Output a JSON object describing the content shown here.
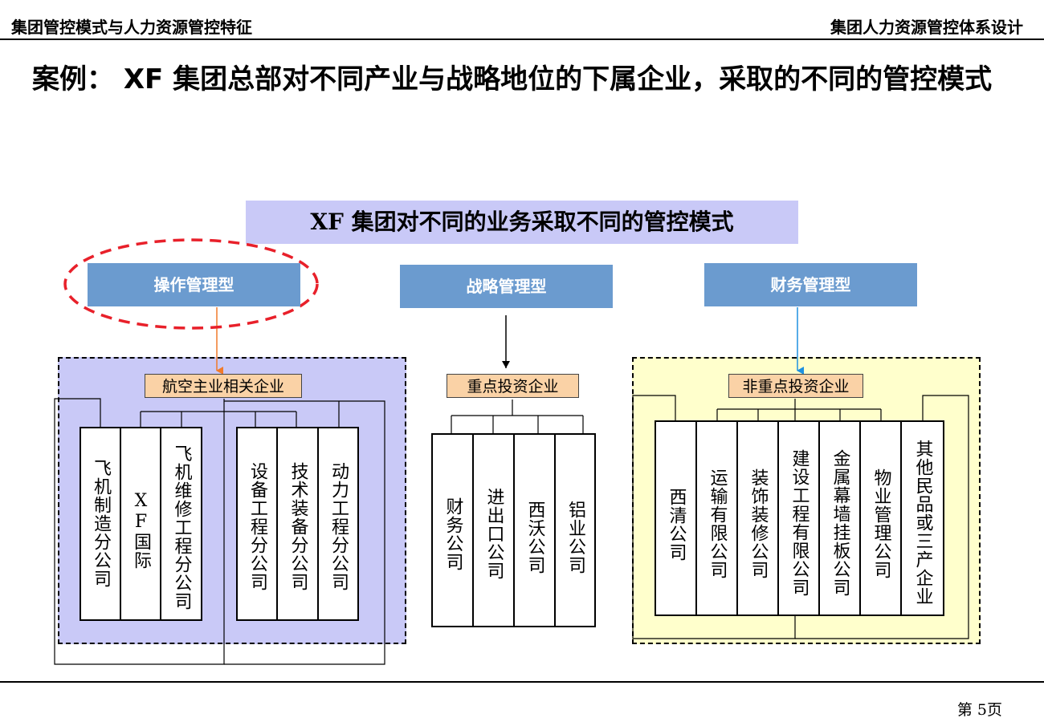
{
  "header": {
    "left_title": "集团管控模式与人力资源管控特征",
    "right_title": "集团人力资源管控体系设计"
  },
  "slide_title": "案例： XF 集团总部对不同产业与战略地位的下属企业，采取的不同的管控模式",
  "diagram": {
    "banner": "XF 集团对不同的业务采取不同的管控模式",
    "groups": [
      {
        "type": "操作管理型",
        "category": "航空主业相关企业",
        "companies": [
          "飞机制造分公司",
          "XF国际",
          "飞机维修工程分公司",
          "设备工程分公司",
          "技术装备分公司",
          "动力工程分公司"
        ]
      },
      {
        "type": "战略管理型",
        "category": "重点投资企业",
        "companies": [
          "财务公司",
          "进出口公司",
          "西沃公司",
          "铝业公司"
        ]
      },
      {
        "type": "财务管理型",
        "category": "非重点投资企业",
        "companies": [
          "西清公司",
          "运输有限公司",
          "装饰装修公司",
          "建设工程有限公司",
          "金属幕墙挂板公司",
          "物业管理公司",
          "其他民品或三产企业"
        ]
      }
    ],
    "colors": {
      "type_box": "#6b9bcf",
      "banner": "#c9c9f7",
      "category": "#fad2a6",
      "group1_bg": "#c9c9f7",
      "group3_bg": "#ffffcc",
      "highlight_ellipse": "#e8202a",
      "arrow_orange": "#f07a2a",
      "arrow_blue": "#1e90e0"
    }
  },
  "footer": {
    "page": "第 5页"
  }
}
